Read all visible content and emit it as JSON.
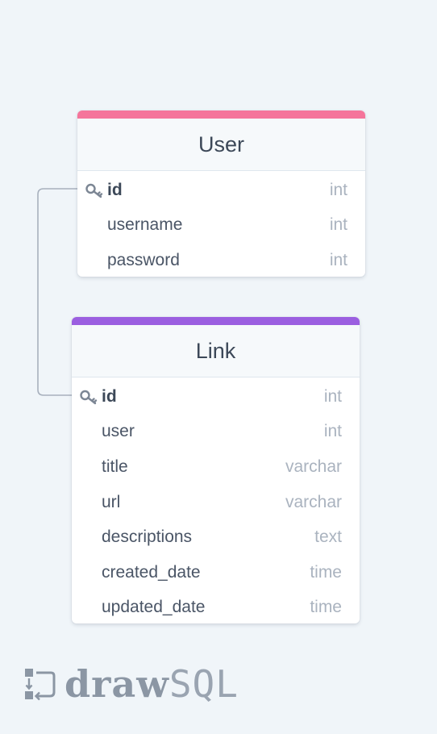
{
  "colors": {
    "user_accent": "#f5759b",
    "link_accent": "#9b5fe0",
    "connector": "#a7b0bd",
    "logo": "#8b96a4"
  },
  "tables": {
    "user": {
      "name": "User",
      "columns": [
        {
          "name": "id",
          "type": "int",
          "primary_key": true
        },
        {
          "name": "username",
          "type": "int",
          "primary_key": false
        },
        {
          "name": "password",
          "type": "int",
          "primary_key": false
        }
      ]
    },
    "link": {
      "name": "Link",
      "columns": [
        {
          "name": "id",
          "type": "int",
          "primary_key": true
        },
        {
          "name": "user",
          "type": "int",
          "primary_key": false
        },
        {
          "name": "title",
          "type": "varchar",
          "primary_key": false
        },
        {
          "name": "url",
          "type": "varchar",
          "primary_key": false
        },
        {
          "name": "descriptions",
          "type": "text",
          "primary_key": false
        },
        {
          "name": "created_date",
          "type": "time",
          "primary_key": false
        },
        {
          "name": "updated_date",
          "type": "time",
          "primary_key": false
        }
      ]
    }
  },
  "relationships": [
    {
      "from": "User.id",
      "to": "Link.id"
    }
  ],
  "logo": {
    "word_bold": "draw",
    "word_light": "SQL",
    "icon": "drawsql-logo-icon"
  }
}
